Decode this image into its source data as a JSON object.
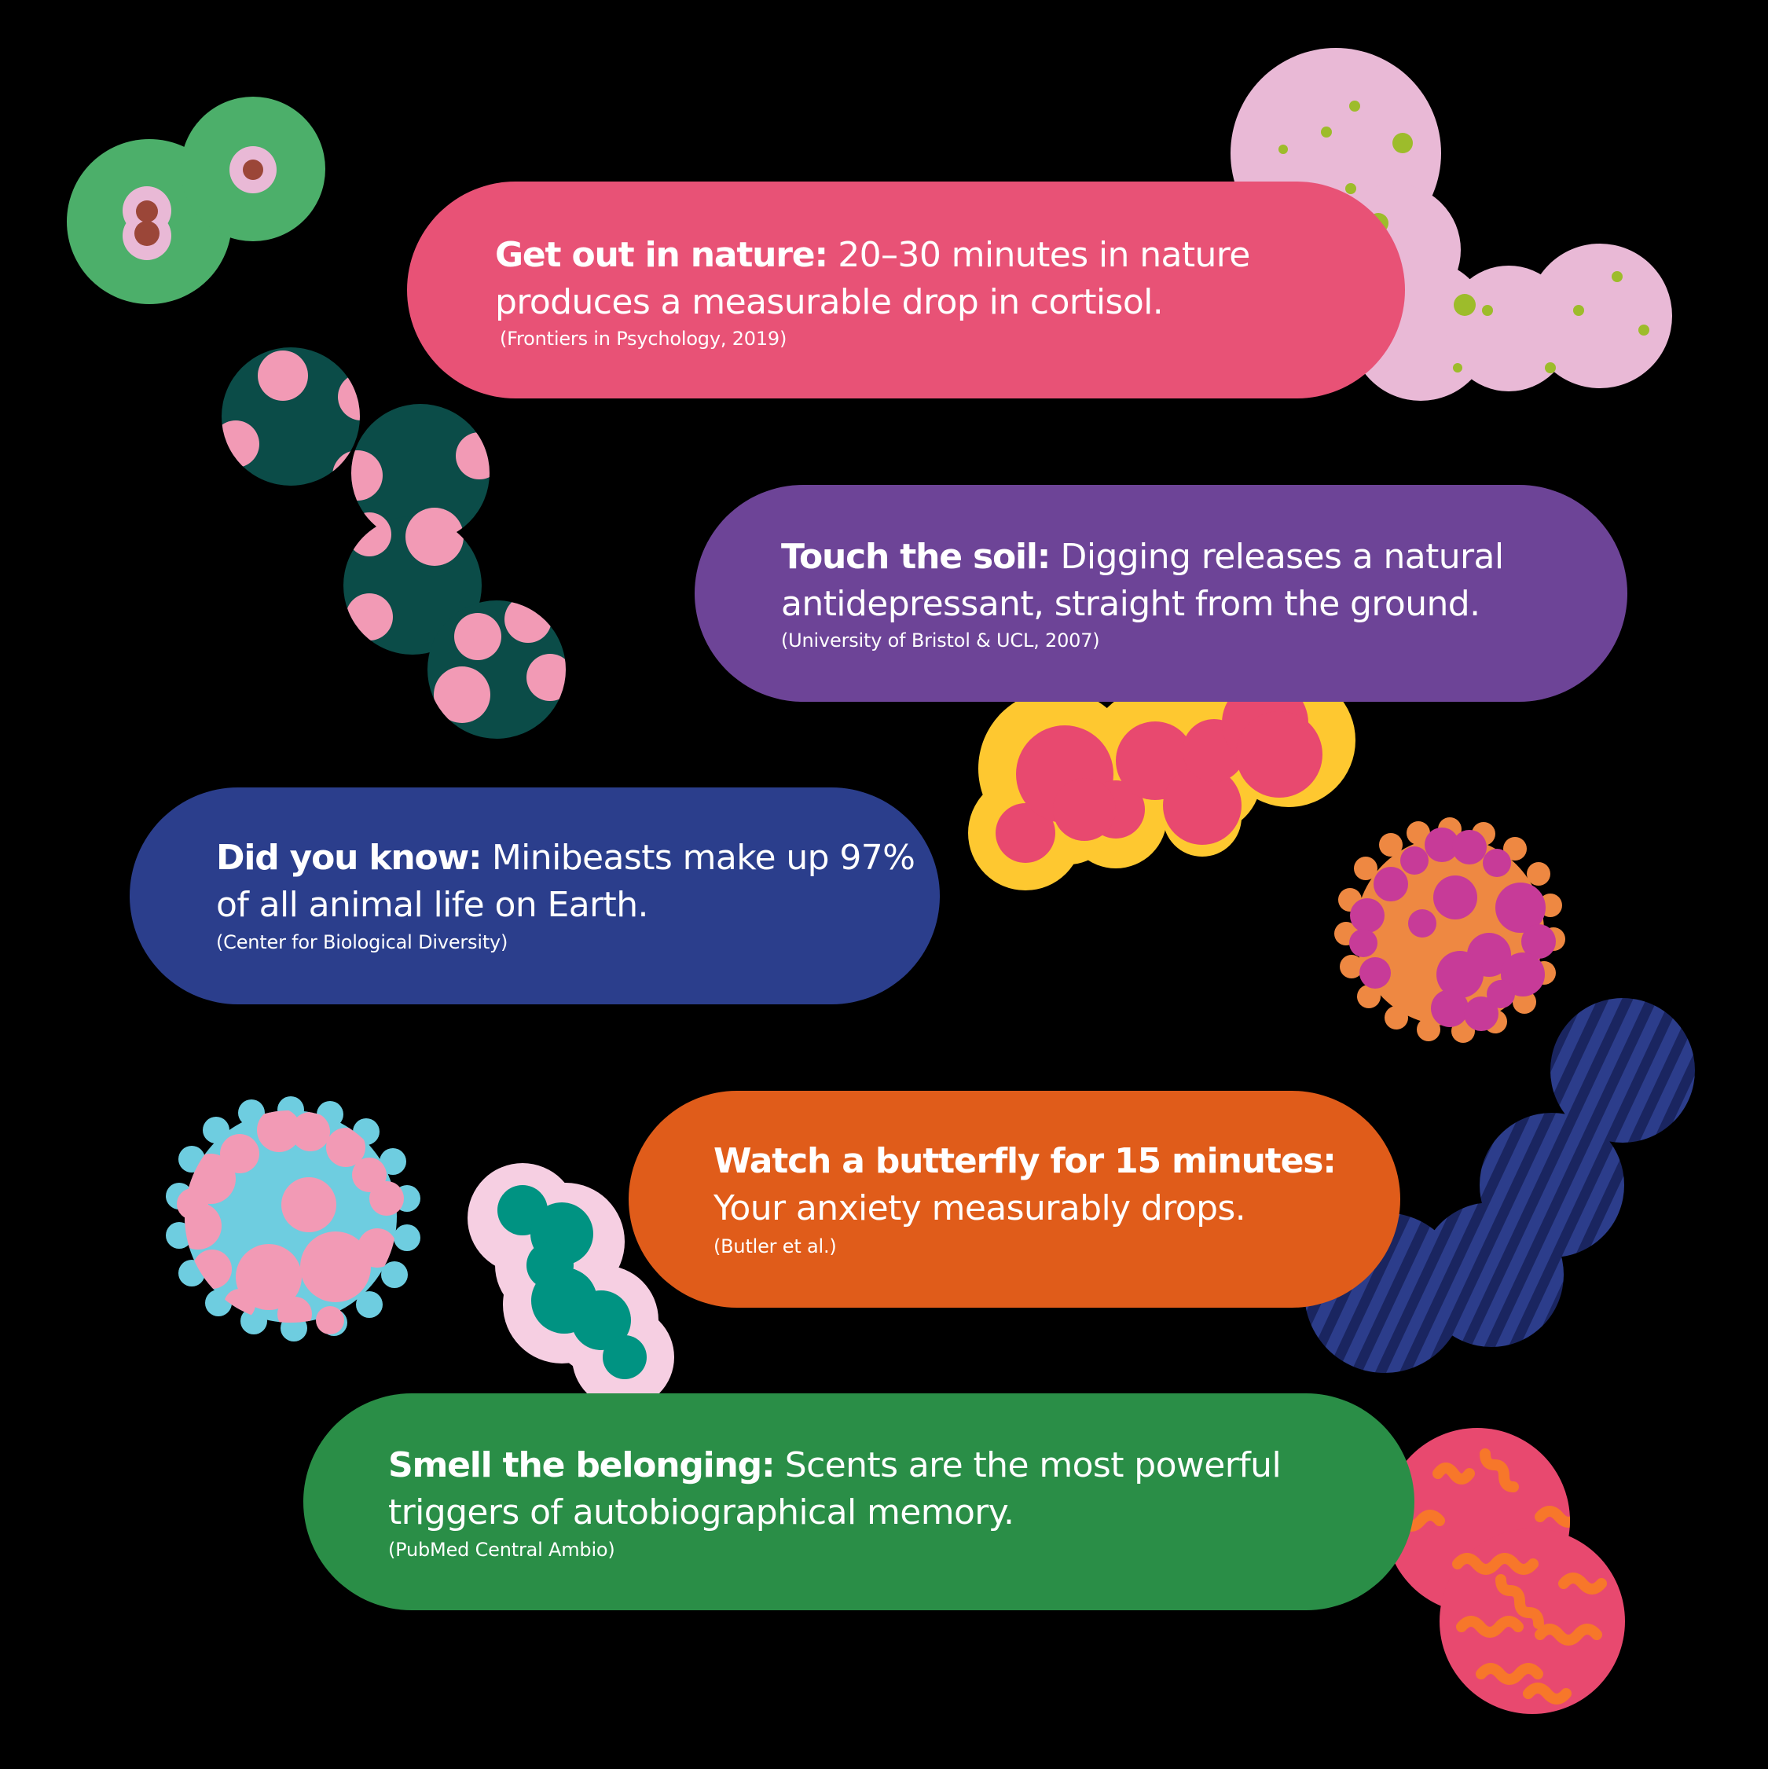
{
  "facts": [
    {
      "lead": "Get out in nature:",
      "text": " 20–30 minutes in nature produces a measurable drop in cortisol.",
      "source": "(Frontiers in Psychology, 2019)",
      "color": "#e85276"
    },
    {
      "lead": "Touch the soil:",
      "text": " Digging releases a natural antidepressant, straight from the ground.",
      "source": "(University of Bristol & UCL, 2007)",
      "color": "#6d4497"
    },
    {
      "lead": "Did you know:",
      "text": " Minibeasts make up 97% of all animal life on Earth.",
      "source": "(Center for Biological Diversity)",
      "color": "#2b3e8c"
    },
    {
      "lead": "Watch a butterfly for 15 minutes:",
      "text": " Your anxiety measurably drops.",
      "source": "(Butler et al.)",
      "color": "#e05c1a"
    },
    {
      "lead": "Smell the belonging:",
      "text": " Scents are the most powerful triggers of autobiographical memory.",
      "source": "(PubMed Central Ambio)",
      "color": "#2a8e47"
    }
  ],
  "palette": {
    "background": "#000000",
    "microbe_green": "#4caf6a",
    "microbe_pink": "#e9b9d6",
    "microbe_dark_teal": "#0b4c48",
    "microbe_yellow": "#fec830",
    "microbe_orange": "#ee8842",
    "microbe_magenta": "#c73b98",
    "microbe_light_blue": "#6ecde0",
    "microbe_navy": "#1e2f6e",
    "microbe_teal": "#009382"
  }
}
